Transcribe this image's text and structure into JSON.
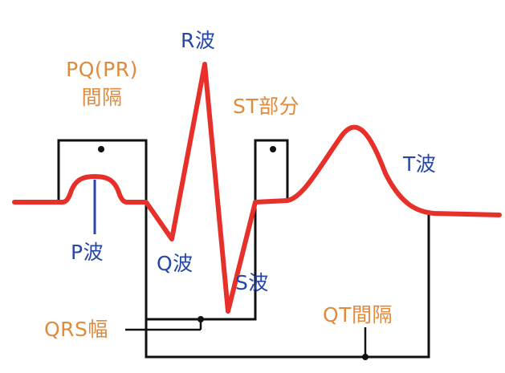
{
  "colors": {
    "wave": "#e8302a",
    "bracket": "#111111",
    "wave_label": "#2747a6",
    "interval_label": "#e08a3c",
    "background": "#ffffff"
  },
  "labels": {
    "pq_interval_line1": "PQ(PR)",
    "pq_interval_line2": "間隔",
    "r_wave": "R波",
    "st_segment": "ST部分",
    "t_wave": "T波",
    "p_wave": "P波",
    "q_wave": "Q波",
    "s_wave": "S波",
    "qrs_width": "QRS幅",
    "qt_interval": "QT間隔"
  }
}
